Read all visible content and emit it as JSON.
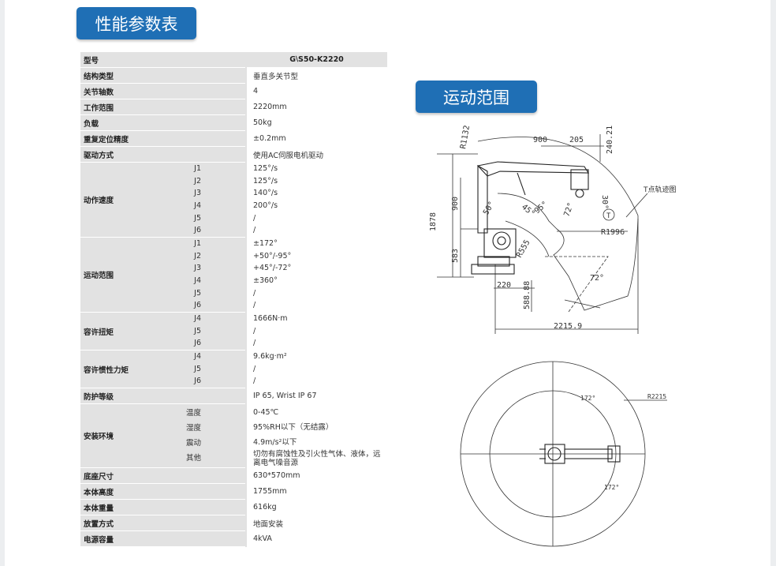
{
  "headings": {
    "performance": "性能参数表",
    "motion": "运动范围"
  },
  "spec": {
    "model": {
      "label": "型号",
      "value": "G⧵S50-K2220"
    },
    "structure": {
      "label": "结构类型",
      "value": "垂直多关节型"
    },
    "axes": {
      "label": "关节轴数",
      "value": "4"
    },
    "range": {
      "label": "工作范围",
      "value": "2220mm"
    },
    "payload": {
      "label": "负载",
      "value": "50kg"
    },
    "repeat": {
      "label": "重复定位精度",
      "value": "±0.2mm"
    },
    "drive": {
      "label": "驱动方式",
      "value": "使用AC伺服电机驱动"
    },
    "speed": {
      "label": "动作速度",
      "rows": [
        {
          "j": "J1",
          "v": "125°/s"
        },
        {
          "j": "J2",
          "v": "125°/s"
        },
        {
          "j": "J3",
          "v": "140°/s"
        },
        {
          "j": "J4",
          "v": "200°/s"
        },
        {
          "j": "J5",
          "v": "/"
        },
        {
          "j": "J6",
          "v": "/"
        }
      ]
    },
    "motion": {
      "label": "运动范围",
      "rows": [
        {
          "j": "J1",
          "v": "±172°"
        },
        {
          "j": "J2",
          "v": "+50°/-95°"
        },
        {
          "j": "J3",
          "v": "+45°/-72°"
        },
        {
          "j": "J4",
          "v": "±360°"
        },
        {
          "j": "J5",
          "v": "/"
        },
        {
          "j": "J6",
          "v": "/"
        }
      ]
    },
    "torque": {
      "label": "容许扭矩",
      "rows": [
        {
          "j": "J4",
          "v": "1666N·m"
        },
        {
          "j": "J5",
          "v": "/"
        },
        {
          "j": "J6",
          "v": "/"
        }
      ]
    },
    "inertia": {
      "label": "容许惯性力矩",
      "rows": [
        {
          "j": "J4",
          "v": "9.6kg·m²"
        },
        {
          "j": "J5",
          "v": "/"
        },
        {
          "j": "J6",
          "v": "/"
        }
      ]
    },
    "protection": {
      "label": "防护等级",
      "value": "IP 65, Wrist IP 67"
    },
    "env": {
      "label": "安装环境",
      "temp_label": "温度",
      "temp": "0-45℃",
      "humid_label": "湿度",
      "humid": "95%RH以下（无结露）",
      "vib_label": "震动",
      "vib": "4.9m/s²以下",
      "other_label": "其他",
      "other": "切勿有腐蚀性及引火性气体、液体，远离电气噪音源"
    },
    "base": {
      "label": "底座尺寸",
      "value": "630*570mm"
    },
    "height": {
      "label": "本体高度",
      "value": "1755mm"
    },
    "weight": {
      "label": "本体重量",
      "value": "616kg"
    },
    "mount": {
      "label": "放置方式",
      "value": "地面安装"
    },
    "power": {
      "label": "电源容量",
      "value": "4kVA"
    }
  },
  "side_drawing": {
    "dims": {
      "r1132": "R1132",
      "d900_top": "900",
      "d205": "205",
      "d240": "240.21",
      "d1878": "1878",
      "d900_left": "900",
      "d583": "583",
      "d220": "220",
      "d588": "588.88",
      "d2215": "2215.9",
      "r1996": "R1996",
      "r555": "R555",
      "a50": "50°",
      "a45": "45°",
      "a95": "95°",
      "a72a": "72°",
      "a72b": "72°",
      "a30": "30°",
      "t_circle": "T",
      "t_path": "T点轨迹图"
    }
  },
  "top_drawing": {
    "dims": {
      "a172_top": "172°",
      "a172_bot": "172°",
      "r2215": "R2215.9"
    }
  }
}
